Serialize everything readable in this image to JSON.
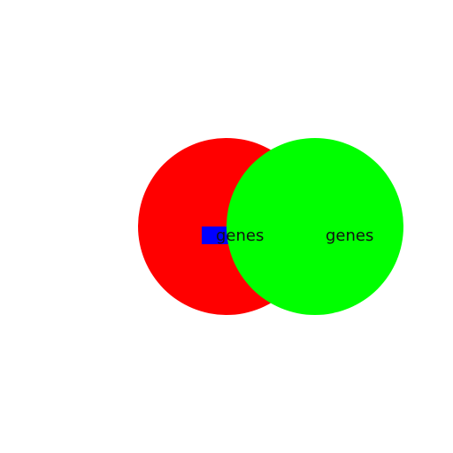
{
  "diagram": {
    "type": "venn",
    "sets": [
      {
        "label": "genes",
        "color": "#ff0000"
      },
      {
        "label": "genes",
        "color": "#00ff00"
      }
    ],
    "overlap_marker_color": "#0000ff"
  }
}
